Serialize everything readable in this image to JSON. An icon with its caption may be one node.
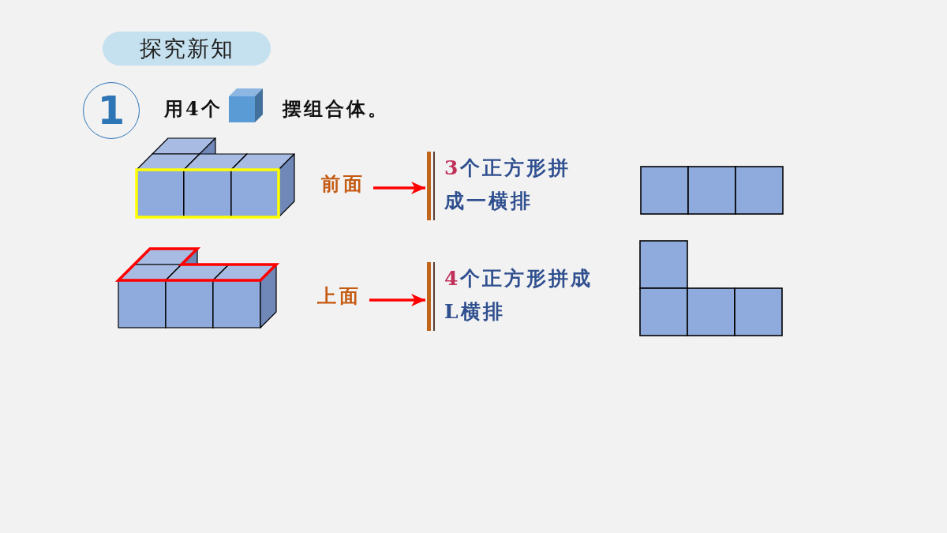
{
  "diagram": {
    "nodes": [
      {
        "text": [
          "探究新知"
        ]
      },
      {
        "text": [
          "1"
        ]
      },
      {
        "text": [
          "前面"
        ]
      },
      {
        "text": [
          "**3**个正方形拼成一横排"
        ]
      },
      {
        "text": [
          "上面"
        ]
      },
      {
        "text": [
          "**4**个正方形拼成L横排"
        ]
      }
    ],
    "edges": [
      {
        "from": 2,
        "to": 3,
        "arrow": "to"
      },
      {
        "from": 4,
        "to": 5,
        "arrow": "to"
      }
    ],
    "labels": [
      "用4个",
      "摆组合体。"
    ]
  }
}
